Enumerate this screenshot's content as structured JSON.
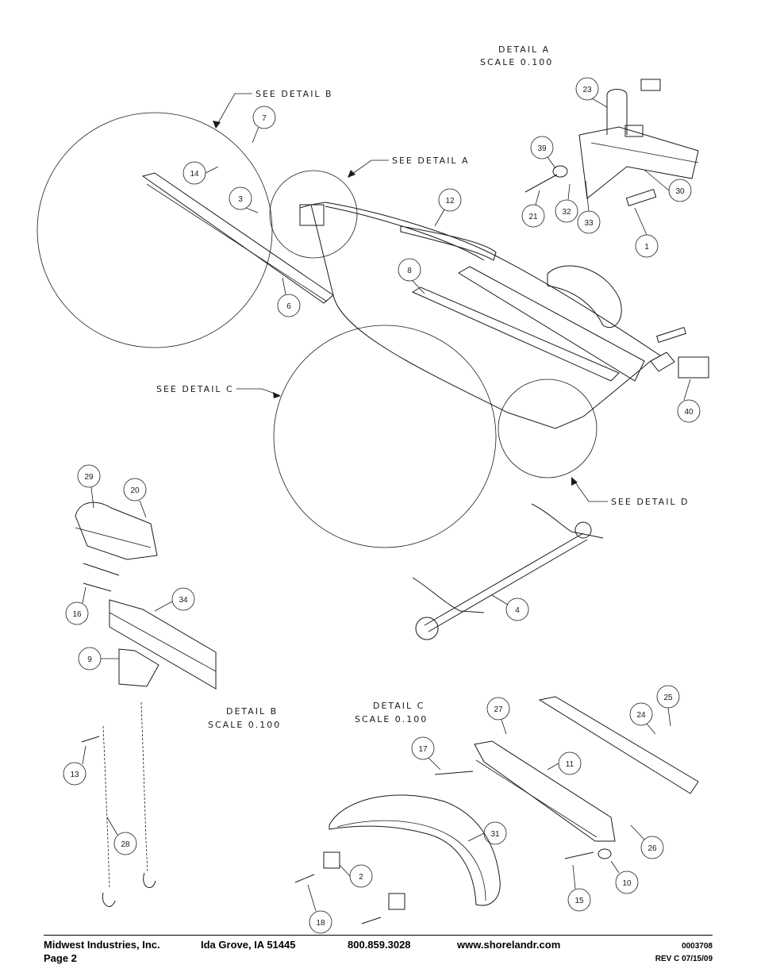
{
  "details": {
    "a": {
      "title": "DETAIL  A",
      "scale": "SCALE  0.100"
    },
    "b": {
      "title": "DETAIL  B",
      "scale": "SCALE  0.100"
    },
    "c": {
      "title": "DETAIL  C",
      "scale": "SCALE  0.100"
    }
  },
  "see_labels": {
    "a": "SEE DETAIL  A",
    "b": "SEE DETAIL  B",
    "c": "SEE DETAIL  C",
    "d": "SEE DETAIL  D"
  },
  "callouts": [
    "1",
    "2",
    "3",
    "4",
    "6",
    "7",
    "8",
    "9",
    "10",
    "11",
    "12",
    "13",
    "14",
    "15",
    "16",
    "17",
    "18",
    "20",
    "21",
    "23",
    "24",
    "25",
    "26",
    "27",
    "28",
    "29",
    "30",
    "31",
    "32",
    "33",
    "34",
    "39",
    "40"
  ],
  "footer": {
    "company": "Midwest Industries, Inc.",
    "city": "Ida Grove, IA  51445",
    "phone": "800.859.3028",
    "website": "www.shorelandr.com",
    "doc_number": "0003708",
    "page": "Page 2",
    "revision": "REV C  07/15/09"
  }
}
